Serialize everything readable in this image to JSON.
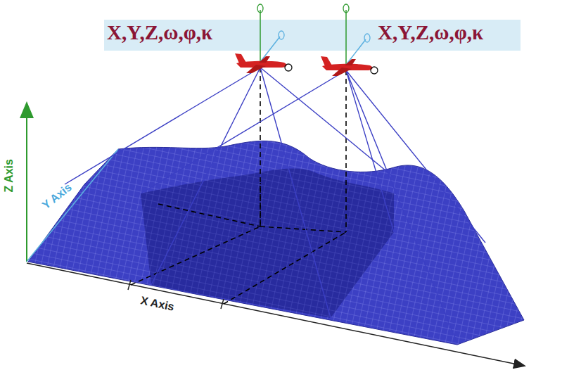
{
  "diagram": {
    "labels": [
      "X,Y,Z,ω,φ,κ",
      "X,Y,Z,ω,φ,κ",
      "Z Axis",
      "Y Axis",
      "X Axis"
    ]
  }
}
